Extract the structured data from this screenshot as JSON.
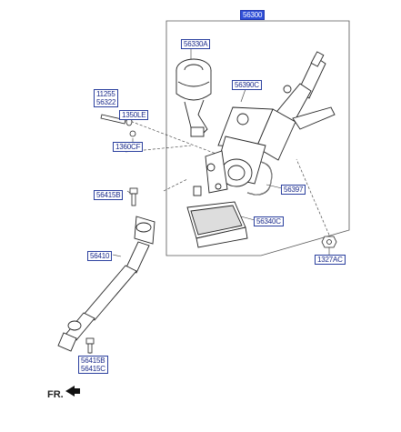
{
  "assembly_label": "56300",
  "parts": {
    "p56330A": "56330A",
    "p56390C": "56390C",
    "p11255": "11255",
    "p56322": "56322",
    "p1350LE": "1350LE",
    "p1360CF": "1360CF",
    "p56397": "56397",
    "p56415B_top": "56415B",
    "p56340C": "56340C",
    "p56410": "56410",
    "p1327AC": "1327AC",
    "p56415B_bottom": "56415B",
    "p56415C": "56415C"
  },
  "front_indicator": "FR.",
  "colors": {
    "label_border": "#2a3f9e",
    "label_text": "#1a2a8a",
    "highlight": "#2f4fd8",
    "line": "#333333"
  }
}
